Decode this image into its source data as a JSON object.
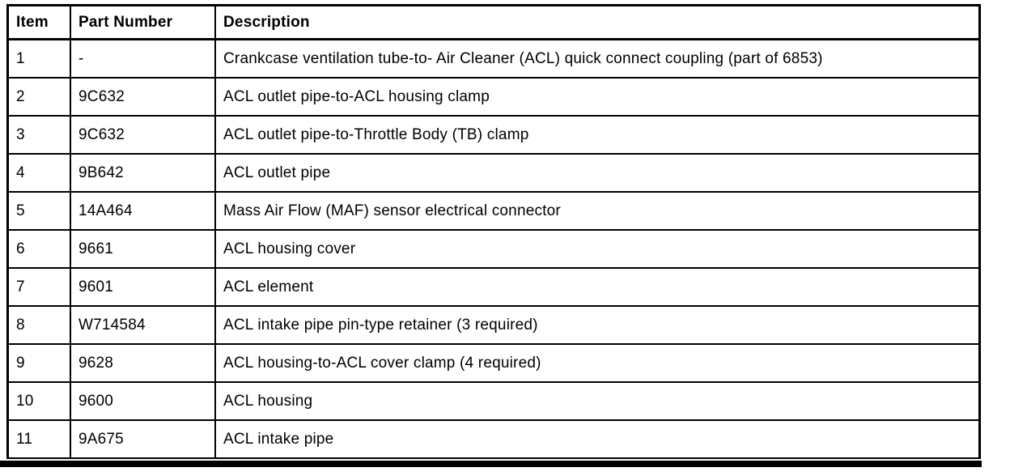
{
  "table": {
    "columns": [
      {
        "key": "item",
        "label": "Item"
      },
      {
        "key": "part_number",
        "label": "Part Number"
      },
      {
        "key": "description",
        "label": "Description"
      }
    ],
    "rows": [
      {
        "item": "1",
        "part_number": "-",
        "description": "Crankcase ventilation tube-to- Air Cleaner (ACL) quick connect coupling (part of 6853)"
      },
      {
        "item": "2",
        "part_number": "9C632",
        "description": "ACL outlet pipe-to-ACL housing clamp"
      },
      {
        "item": "3",
        "part_number": "9C632",
        "description": "ACL outlet pipe-to-Throttle Body (TB) clamp"
      },
      {
        "item": "4",
        "part_number": "9B642",
        "description": "ACL outlet pipe"
      },
      {
        "item": "5",
        "part_number": "14A464",
        "description": "Mass Air Flow (MAF) sensor electrical connector"
      },
      {
        "item": "6",
        "part_number": "9661",
        "description": "ACL housing cover"
      },
      {
        "item": "7",
        "part_number": "9601",
        "description": "ACL element"
      },
      {
        "item": "8",
        "part_number": "W714584",
        "description": "ACL intake pipe pin-type retainer (3 required)"
      },
      {
        "item": "9",
        "part_number": "9628",
        "description": "ACL housing-to-ACL cover clamp (4 required)"
      },
      {
        "item": "10",
        "part_number": "9600",
        "description": "ACL housing"
      },
      {
        "item": "11",
        "part_number": "9A675",
        "description": "ACL intake pipe"
      }
    ],
    "colors": {
      "border": "#000000",
      "background": "#ffffff",
      "text": "#000000"
    }
  }
}
